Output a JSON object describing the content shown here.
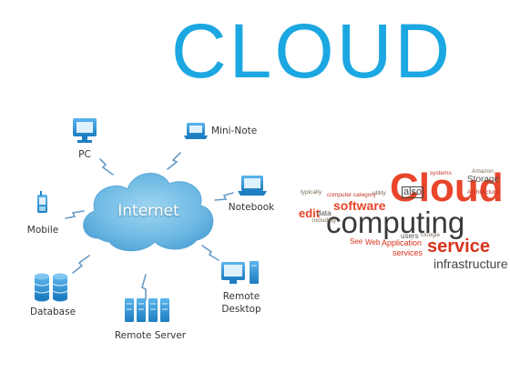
{
  "title": "CLOUD",
  "diagram": {
    "center": "Internet",
    "nodes": {
      "pc": "PC",
      "mini_note": "Mini-Note",
      "notebook": "Notebook",
      "mobile": "Mobile",
      "database": "Database",
      "remote_server": "Remote Server",
      "remote_desktop": "Remote\nDesktop"
    }
  },
  "word_cloud": {
    "cloud": "Cloud",
    "computing": "computing",
    "service": "service",
    "infrastructure": "infrastructure",
    "software": "software",
    "also": "also",
    "edit": "edit",
    "storage": "Storage",
    "amazon": "Amazon",
    "architecture": "Architecture",
    "application": "Application",
    "services": "services",
    "web": "Web",
    "computer_category": "computer category",
    "data": "data",
    "see": "See",
    "google": "Google",
    "users": "users",
    "systems": "systems",
    "typically": "typically",
    "including": "including",
    "utility": "utility"
  },
  "colors": {
    "title": "#1ba7e1",
    "icon_blue": "#2a8fd0",
    "cloud_fill": "#7cc3e8",
    "arrow": "#6a9bc7",
    "word_red": "#e8452a",
    "word_dark": "#3a3a3a"
  }
}
